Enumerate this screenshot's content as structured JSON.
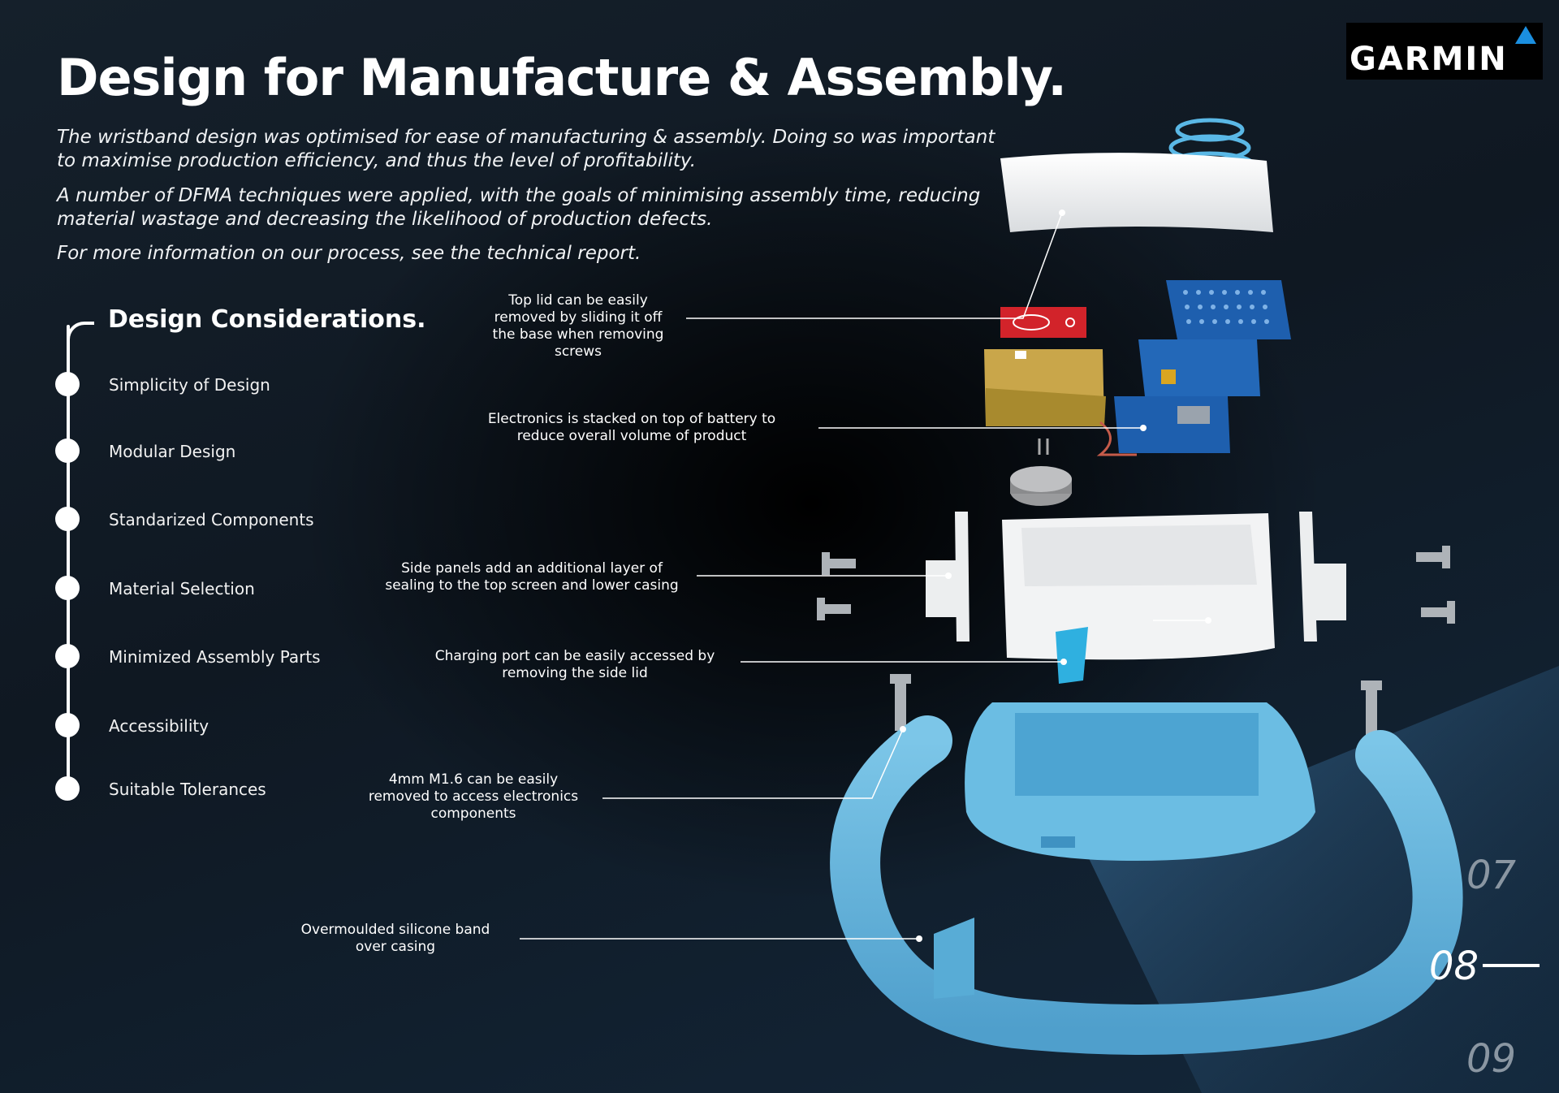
{
  "header": {
    "title": "Design for Manufacture & Assembly.",
    "intro": [
      "The wristband design was optimised for ease of manufacturing & assembly. Doing so was important to maximise production efficiency, and thus the level of profitability.",
      "A number of DFMA techniques were applied, with the goals of minimising assembly time, reducing material wastage and decreasing the likelihood of production defects.",
      "For more information on our process, see the technical report."
    ]
  },
  "logo": {
    "text": "GARMIN",
    "brand_color": "#1b8fe0"
  },
  "design_considerations": {
    "title": "Design Considerations.",
    "items": [
      "Simplicity of Design",
      "Modular Design",
      "Standarized Components",
      "Material Selection",
      "Minimized Assembly Parts",
      "Accessibility",
      "Suitable Tolerances"
    ]
  },
  "callouts": [
    "Top lid can be easily\nremoved by sliding it off\nthe base when removing\nscrews",
    "Electronics is stacked on top of battery to\nreduce overall volume of product",
    "Side panels add an additional layer of\nsealing to the top screen and lower casing",
    "Charging port can be easily accessed by\nremoving the side lid",
    "4mm M1.6 can be easily\nremoved to access electronics\ncomponents",
    "Overmoulded silicone band\nover casing"
  ],
  "pagination": {
    "prev": "07",
    "current": "08",
    "next": "09"
  },
  "colors": {
    "band": "#62b4dc",
    "band_shadow": "#3d8fbc",
    "casing": "#f2f3f4",
    "pcb": "#1e5fae",
    "accent_red": "#d2232a"
  }
}
